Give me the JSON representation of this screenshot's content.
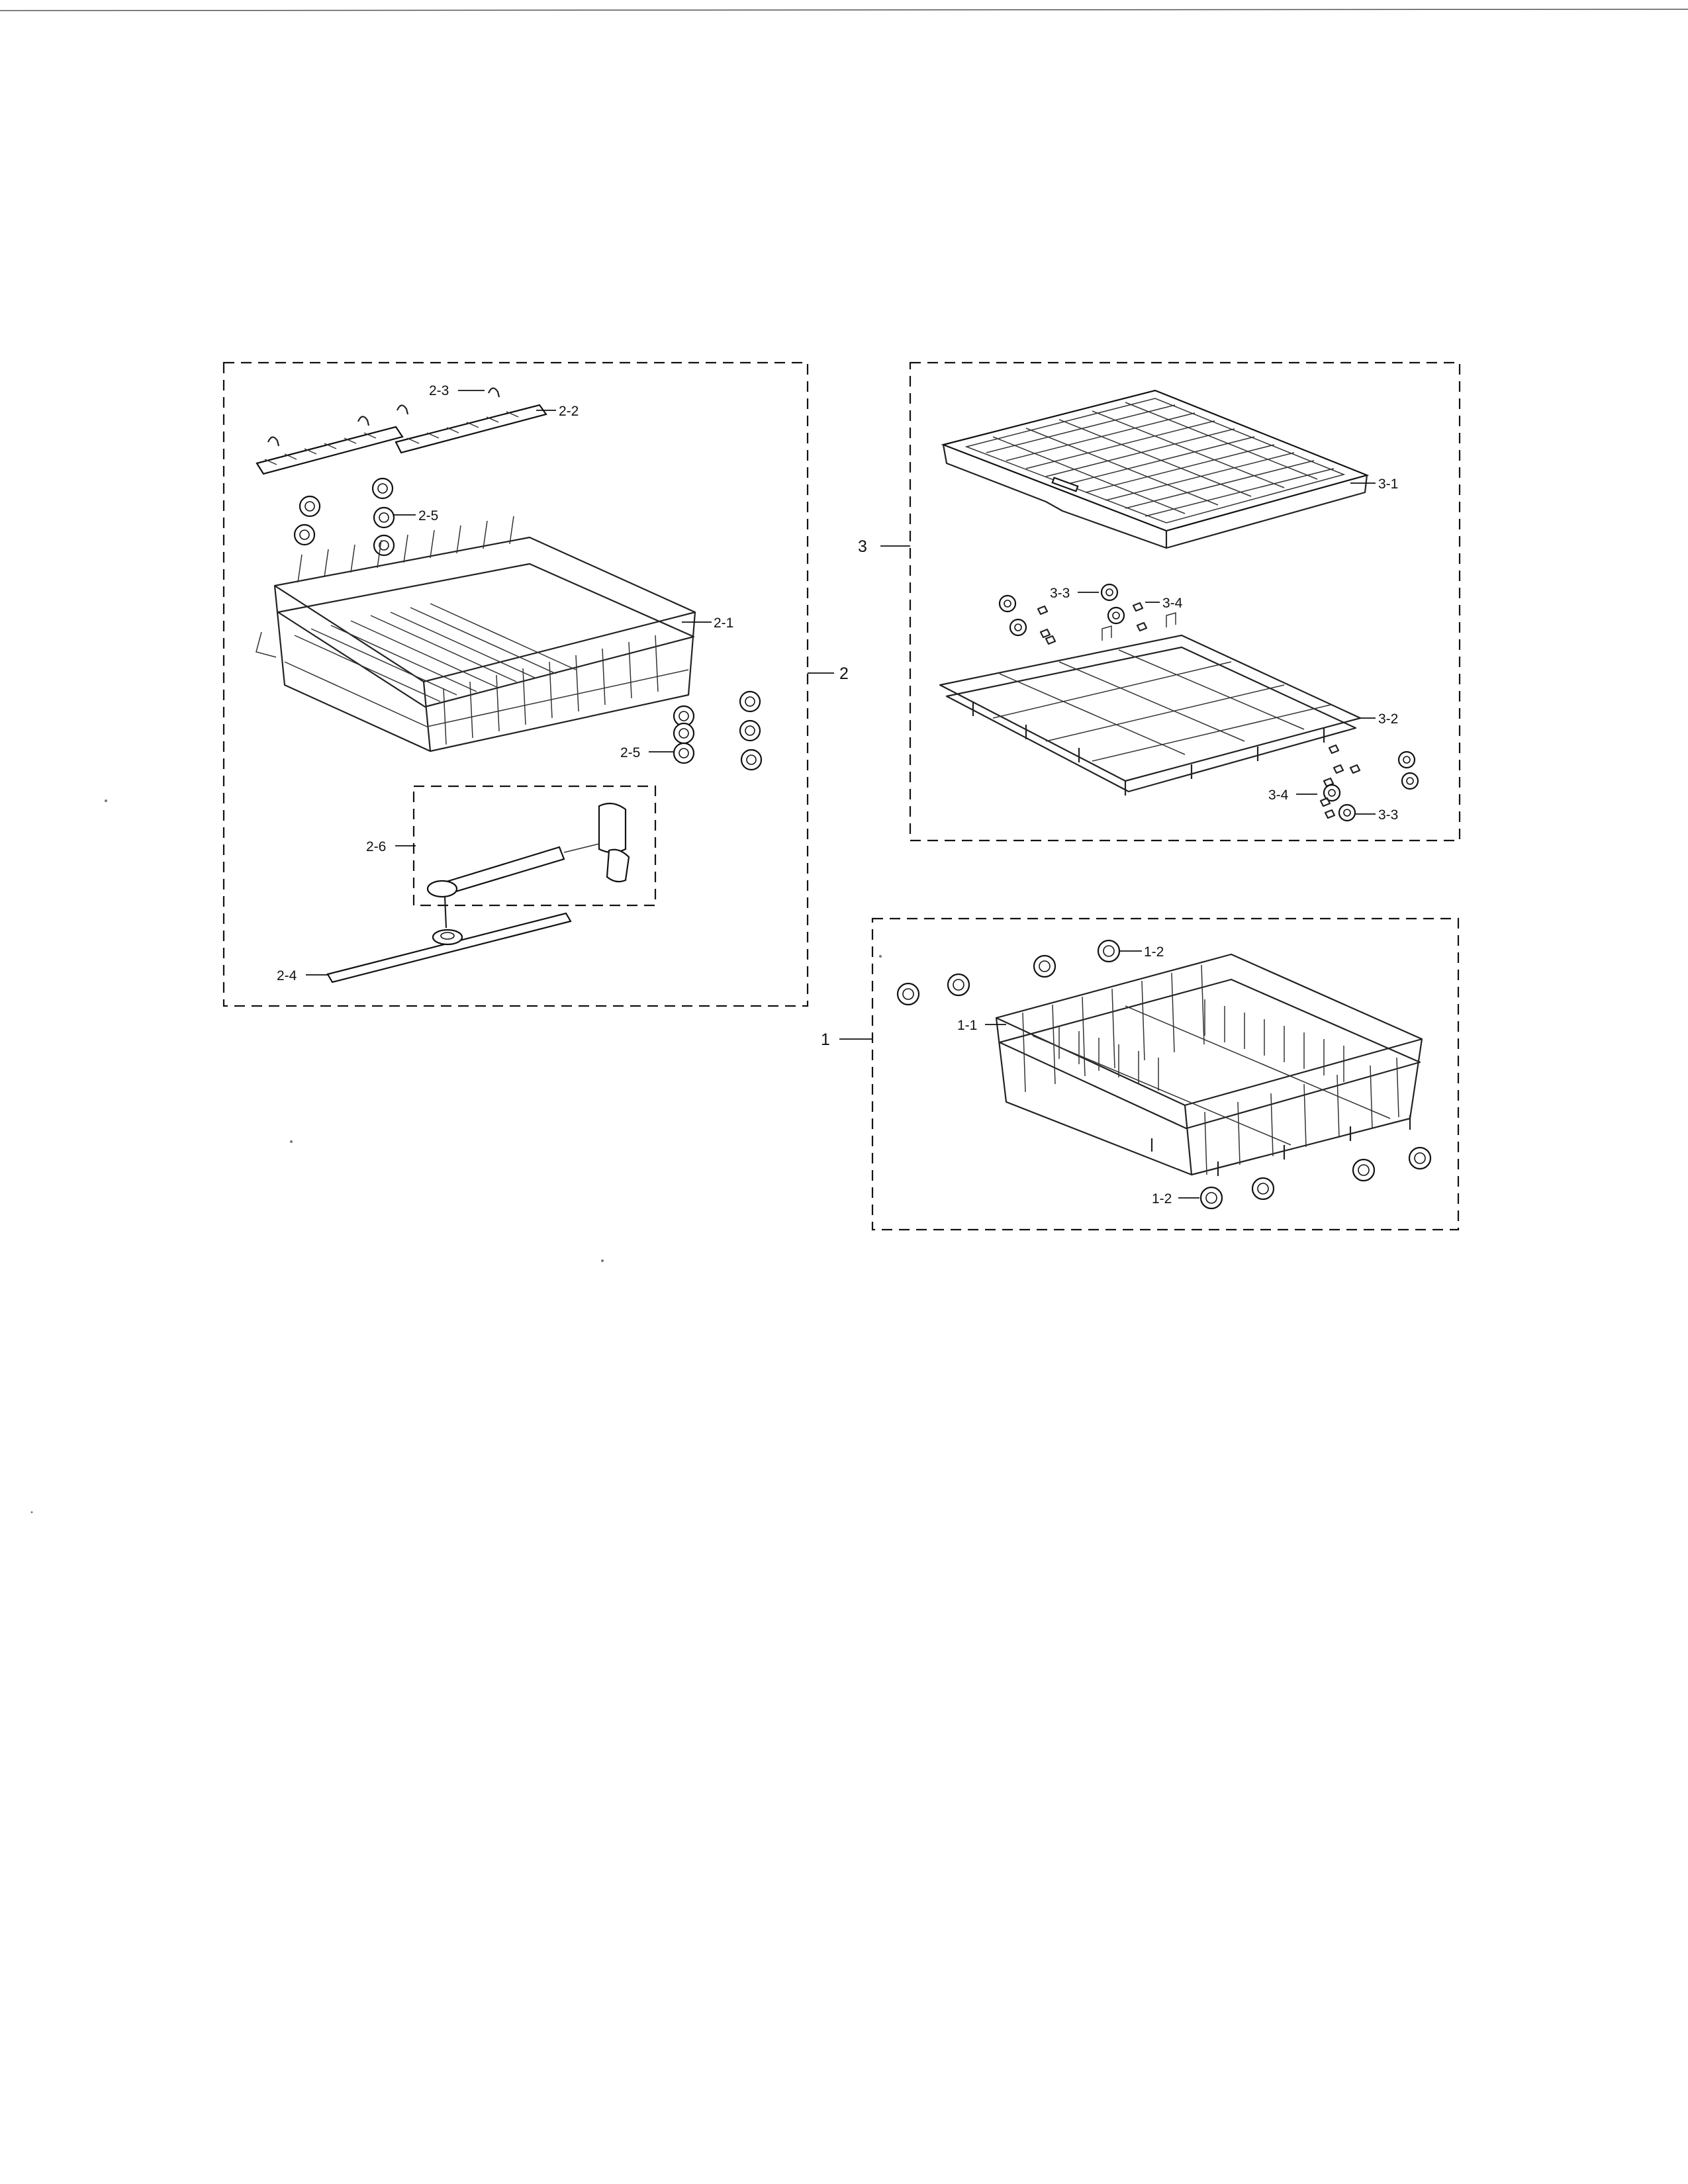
{
  "assemblies": {
    "upper_rack": {
      "callout": "2",
      "parts": {
        "rack": "2-1",
        "rail": "2-2",
        "clip": "2-3",
        "spray_arm": "2-4",
        "roller_upper": "2-5",
        "roller_lower": "2-5",
        "duct": "2-6"
      }
    },
    "cutlery_tray": {
      "callout": "3",
      "parts": {
        "tray": "3-1",
        "tray_rack": "3-2",
        "roller_top": "3-3",
        "roller_bottom": "3-3",
        "holder_top": "3-4",
        "holder_bottom": "3-4"
      }
    },
    "lower_rack": {
      "callout": "1",
      "parts": {
        "rack": "1-1",
        "wheel_top": "1-2",
        "wheel_bottom": "1-2"
      }
    }
  }
}
